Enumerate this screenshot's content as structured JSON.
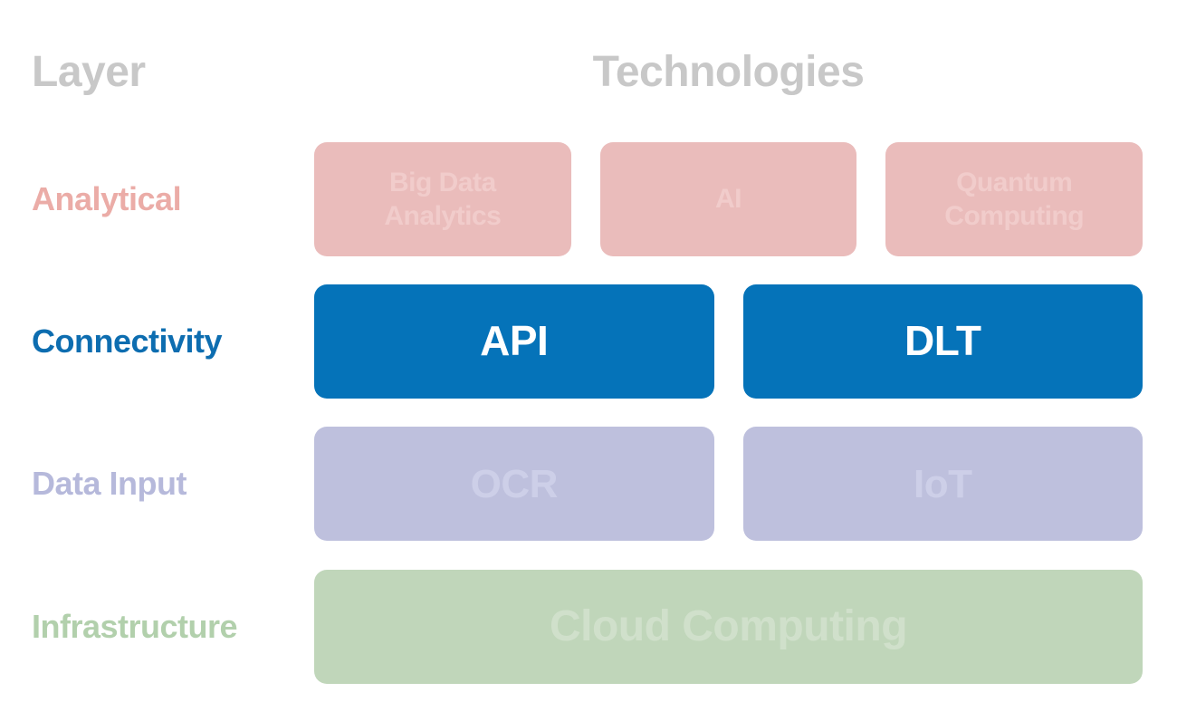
{
  "header": {
    "layer_label": "Layer",
    "technologies_label": "Technologies"
  },
  "rows": [
    {
      "label": "Analytical",
      "boxes": [
        "Big Data\nAnalytics",
        "AI",
        "Quantum\nComputing"
      ]
    },
    {
      "label": "Connectivity",
      "boxes": [
        "API",
        "DLT"
      ]
    },
    {
      "label": "Data Input",
      "boxes": [
        "OCR",
        "IoT"
      ]
    },
    {
      "label": "Infrastructure",
      "boxes": [
        "Cloud Computing"
      ]
    }
  ],
  "colors": {
    "background": "#ffffff",
    "heading_gray": "#c8c8c8",
    "analytical_label": "#ebaca7",
    "pink_box_bg": "#eabcbb",
    "pink_box_text": "#f1cccb",
    "connectivity_label": "#0d6db0",
    "blue_box_bg": "#0573b9",
    "blue_box_text": "#ffffff",
    "datainput_label": "#b6b9db",
    "lavender_box_bg": "#bec0dd",
    "lavender_box_text": "#cdcfe8",
    "infrastructure_label": "#b2d0ac",
    "green_box_bg": "#c0d6ba",
    "green_box_text": "#d0e0cb"
  }
}
